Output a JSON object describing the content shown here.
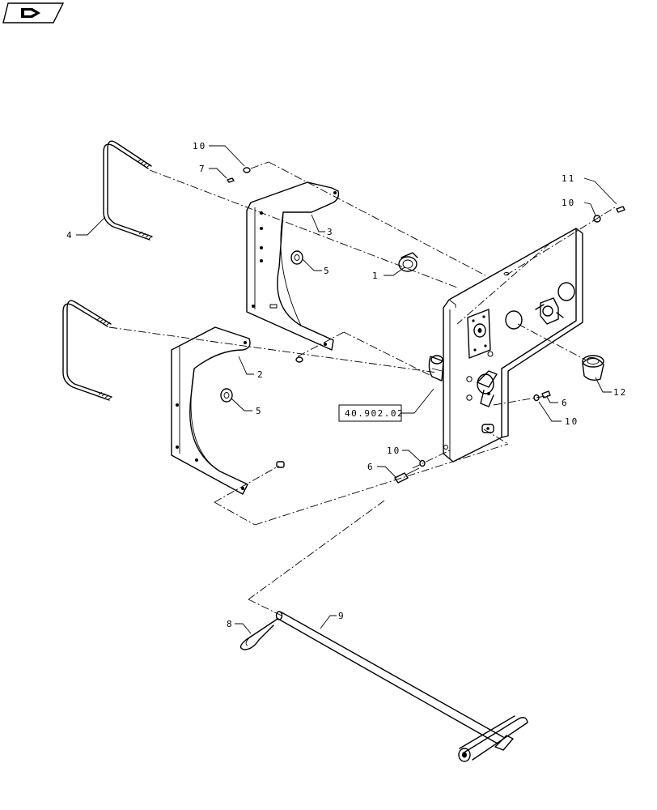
{
  "callouts": {
    "c1": "1",
    "c2": "2",
    "c3": "3",
    "c4": "4",
    "c5a": "5",
    "c5b": "5",
    "c6a": "6",
    "c6b": "6",
    "c7": "7",
    "c8": "8",
    "c9": "9",
    "c10a": "10",
    "c10b": "10",
    "c10c": "10",
    "c10d": "10",
    "c11": "11",
    "c12": "12"
  },
  "reference": {
    "section": "40.902.02"
  },
  "icons": {
    "nav": "book-arrow-icon"
  }
}
